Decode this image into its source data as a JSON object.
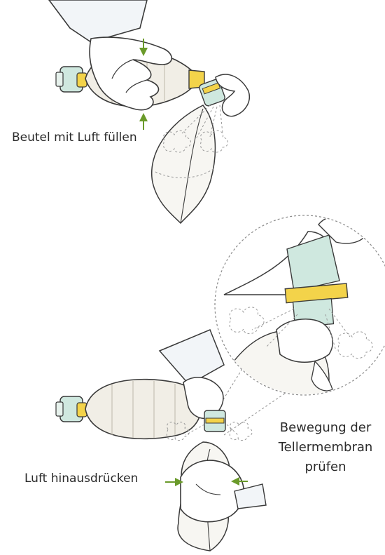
{
  "labels": {
    "fill_bag": "Beutel mit Luft füllen",
    "push_air_out": "Luft hinausdrücken",
    "check_line1": "Bewegung der",
    "check_line2": "Tellermembran",
    "check_line3": "prüfen"
  },
  "colors": {
    "line": "#3a3a3a",
    "skin": "#ffffff",
    "bag_fill": "#f1eee6",
    "valve_green": "#cfe8df",
    "valve_yellow": "#f3d34a",
    "arrow_green": "#6a9a2a",
    "cuff": "#f2f5f8"
  }
}
